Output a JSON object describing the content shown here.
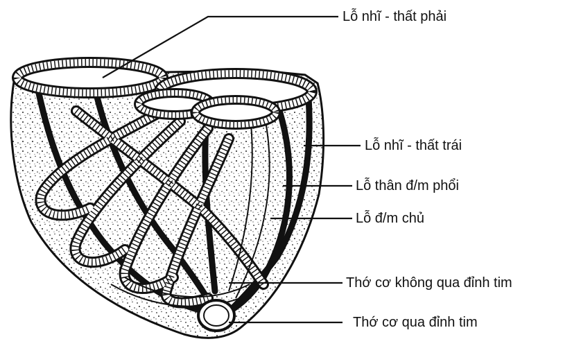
{
  "labels": {
    "right_av_orifice": "Lỗ nhĩ - thất phải",
    "left_av_orifice": "Lỗ nhĩ - thất trái",
    "pulmonary_trunk_orifice": "Lỗ thân đ/m phổi",
    "aortic_orifice": "Lỗ đ/m chủ",
    "fibers_not_through_apex": "Thớ cơ không qua đỉnh tim",
    "fibers_through_apex": "Thớ cơ qua đỉnh tim"
  },
  "colors": {
    "ink": "#111111",
    "background": "#ffffff"
  }
}
